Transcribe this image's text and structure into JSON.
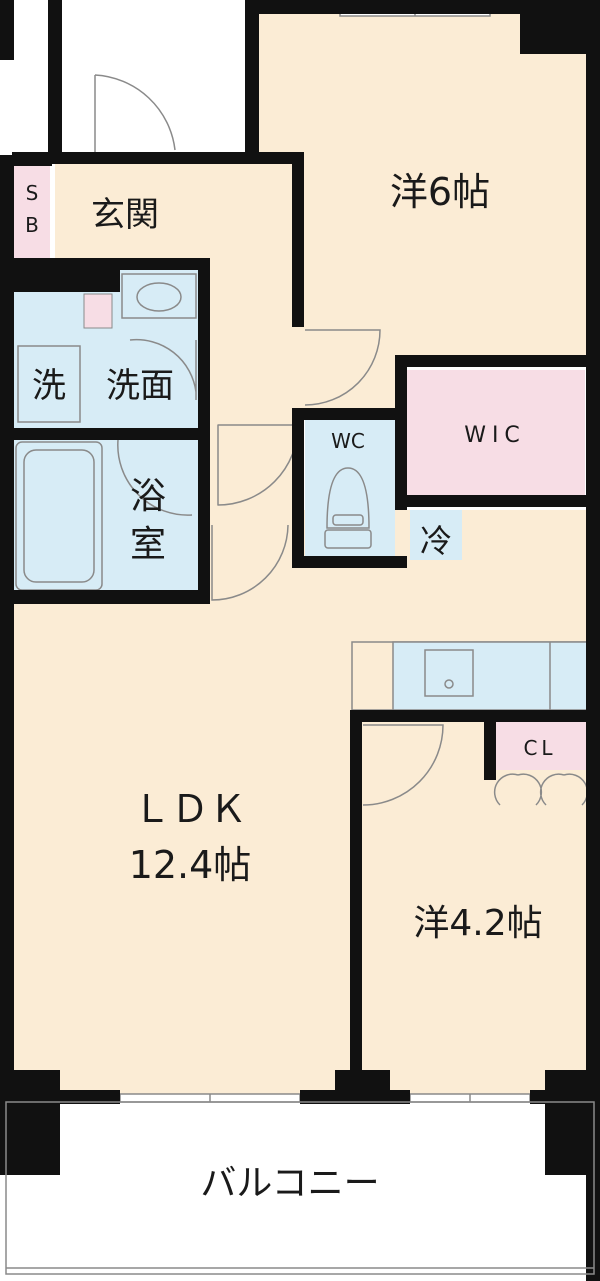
{
  "rooms": {
    "western_6": "洋6帖",
    "entrance": "玄関",
    "sb_s": "S",
    "sb_b": "B",
    "washroom": "洗面",
    "washer": "洗",
    "bath_1": "浴",
    "bath_2": "室",
    "wc": "WC",
    "wic": "WIC",
    "fridge": "冷",
    "ldk": "ＬＤＫ",
    "ldk_size": "12.4帖",
    "western_42": "洋4.2帖",
    "closet": "CL",
    "balcony": "バルコニー"
  },
  "colors": {
    "floor": "#fbecd5",
    "wet_area": "#d7ecf6",
    "storage": "#f7dde5",
    "wall": "#111111",
    "balcony": "#ffffff",
    "fixture_line": "#8a8a8a"
  }
}
